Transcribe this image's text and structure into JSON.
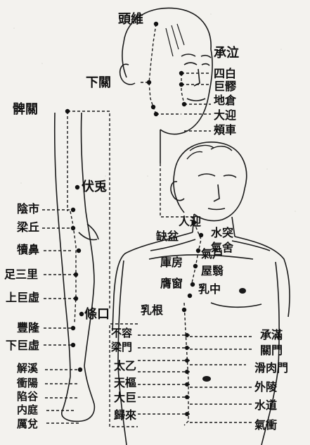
{
  "labels": {
    "touwei": "頭維",
    "chengqi": "承泣",
    "xiaguan": "下關",
    "sibai": "四白",
    "juliao": "巨髎",
    "dicang": "地倉",
    "daying": "大迎",
    "jiache": "頰車",
    "biguan": "髀關",
    "futu": "伏兎",
    "yinshi": "陰市",
    "liangqiu": "梁丘",
    "dubi": "犢鼻",
    "zusanli": "足三里",
    "shangjuxu": "上巨虛",
    "tiaokou": "條口",
    "fenglong": "豐隆",
    "xiajuxu": "下巨虛",
    "jiexi": "解溪",
    "chongyang": "衝陽",
    "xiangu": "陷谷",
    "neiting": "内庭",
    "lidui": "厲兌",
    "renying": "人迎",
    "shuitu": "水突",
    "quepen": "缺盆",
    "qishe": "氣舍",
    "kufang": "庫房",
    "qihu": "氣戶",
    "wuyi": "屋翳",
    "yingchuang": "膺窗",
    "ruzhong": "乳中",
    "rugen": "乳根",
    "burong": "不容",
    "chengman": "承滿",
    "liangmen": "梁門",
    "guanmen": "關門",
    "taiyi": "太乙",
    "huaroumen": "滑肉門",
    "tianshu": "天樞",
    "wailing": "外陵",
    "daju": "大巨",
    "shuidao": "水道",
    "guilai": "歸來",
    "qichong": "氣衝"
  }
}
